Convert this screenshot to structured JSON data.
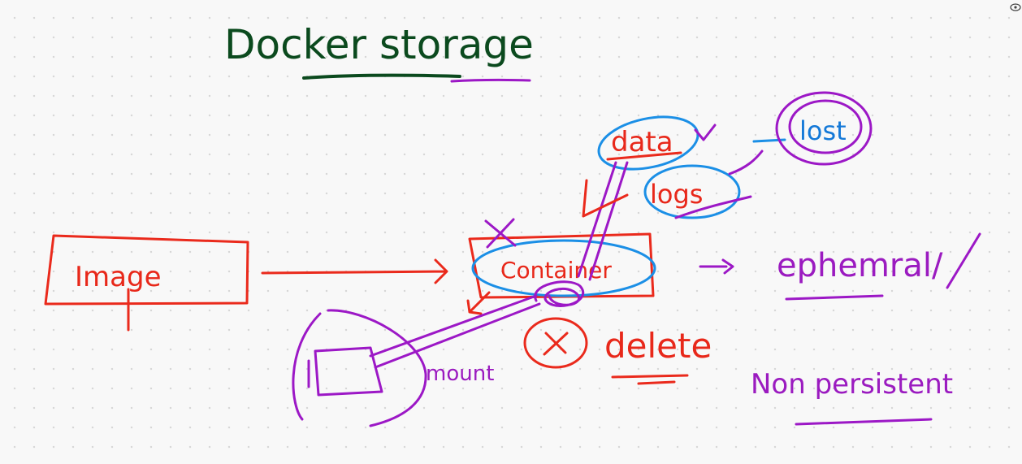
{
  "title": "Docker storage",
  "labels": {
    "image": "Image",
    "container": "Container",
    "data": "data",
    "logs": "logs",
    "lost": "lost",
    "delete": "delete",
    "ephemeral": "ephemral/",
    "non_persistent": "Non persistent",
    "mount": "mount"
  },
  "colors": {
    "title": "#0b4a1e",
    "red": "#ea2a1c",
    "purple": "#9c18c6",
    "blue": "#1b8fe6",
    "background": "#f8f8f8"
  },
  "icons": {
    "top_right": "eye-icon"
  }
}
